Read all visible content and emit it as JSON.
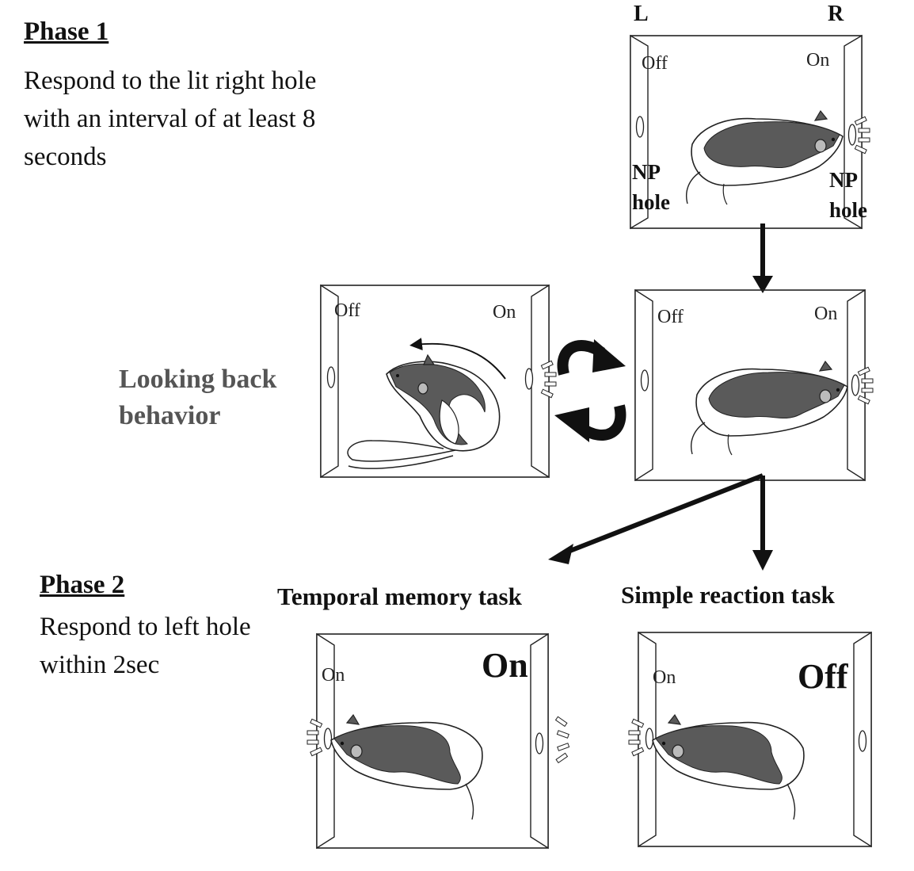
{
  "phase1": {
    "title": "Phase 1",
    "description": "Respond to the lit right hole with an interval of at least 8 seconds"
  },
  "phase2": {
    "title": "Phase 2",
    "description": "Respond to left hole within 2sec"
  },
  "side_labels": {
    "left": "L",
    "right": "R"
  },
  "looking_back": "Looking back behavior",
  "np_hole": {
    "line1": "NP",
    "line2": "hole"
  },
  "panels": {
    "top": {
      "left_state": "Off",
      "right_state": "On"
    },
    "looking_back": {
      "left_state": "Off",
      "right_state": "On"
    },
    "middle": {
      "left_state": "Off",
      "right_state": "On"
    },
    "temporal": {
      "left_state": "On",
      "right_state": "On"
    },
    "simple": {
      "left_state": "On",
      "right_state": "Off"
    }
  },
  "tasks": {
    "temporal": "Temporal memory task",
    "simple": "Simple reaction task"
  },
  "colors": {
    "rat_body": "#5a5a5a",
    "ink": "#111111"
  }
}
